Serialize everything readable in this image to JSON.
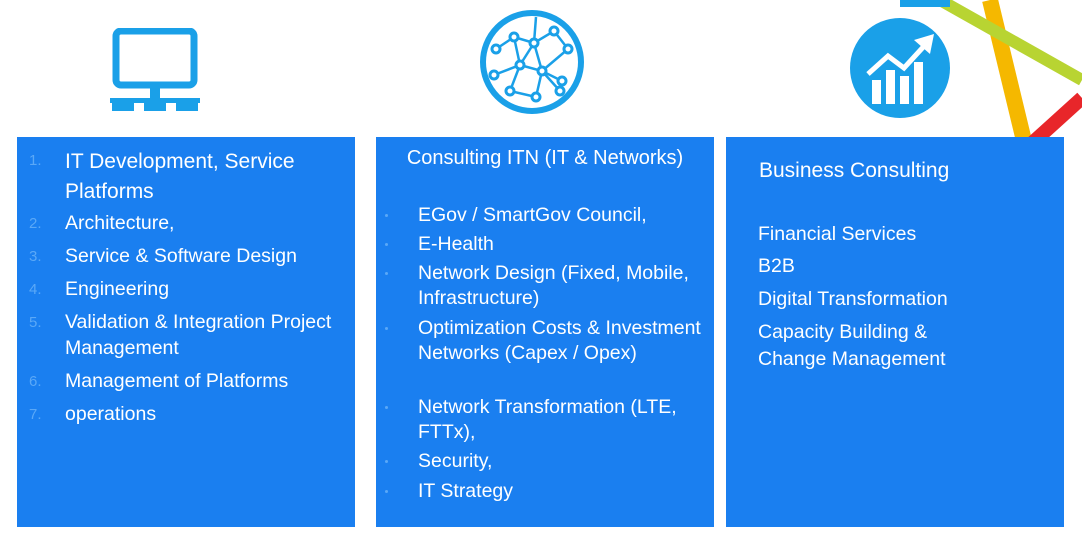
{
  "icons": {
    "col1": "monitor-network-icon",
    "col2": "globe-network-icon",
    "col3": "growth-chart-icon"
  },
  "colors": {
    "panel": "#1a7ff0",
    "icon": "#1aa0e8",
    "number": "#5aa8f7",
    "deco_yellow": "#f5b800",
    "deco_green": "#b8d432",
    "deco_red": "#e8262a",
    "deco_blue": "#1aa0e8"
  },
  "col1": {
    "items": [
      {
        "num": "1.",
        "text": "IT Development, Service Platforms"
      },
      {
        "num": "2.",
        "text": "Architecture,"
      },
      {
        "num": "3.",
        "text": "Service & Software Design"
      },
      {
        "num": "4.",
        "text": "Engineering"
      },
      {
        "num": "5.",
        "text": "Validation & Integration Project Management"
      },
      {
        "num": "6.",
        "text": "Management of Platforms"
      },
      {
        "num": "7.",
        "text": "operations"
      }
    ]
  },
  "col2": {
    "title": "Consulting ITN (IT & Networks)",
    "items": [
      "EGov / SmartGov Council,",
      "E-Health",
      "Network Design (Fixed, Mobile, Infrastructure)",
      "Optimization Costs & Investment Networks (Capex / Opex)",
      "Network Transformation (LTE, FTTx),",
      "Security,",
      "IT Strategy"
    ]
  },
  "col3": {
    "title": "Business Consulting",
    "items": [
      "Financial Services",
      "B2B",
      "Digital Transformation",
      "Capacity Building & Change Management"
    ]
  }
}
